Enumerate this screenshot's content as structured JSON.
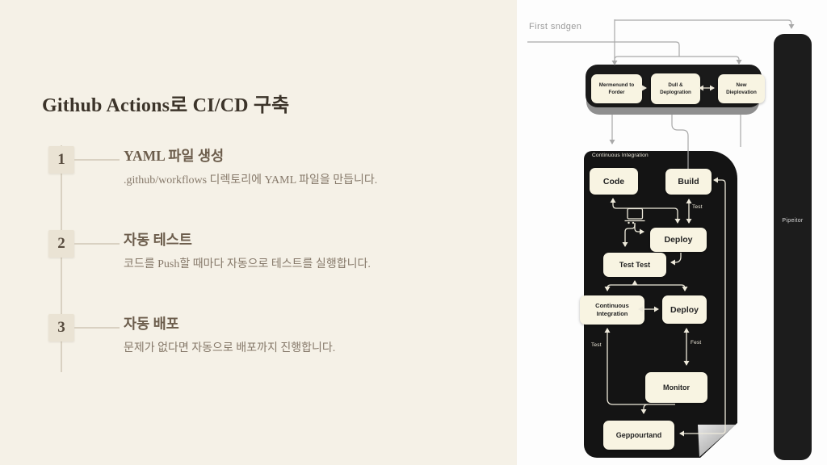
{
  "left_panel": {
    "title": "Github Actions로 CI/CD 구축",
    "steps": [
      {
        "number": "1",
        "title": "YAML 파일 생성",
        "description": ".github/workflows 디렉토리에 YAML 파일을 만듭니다."
      },
      {
        "number": "2",
        "title": "자동 테스트",
        "description": "코드를 Push할 때마다 자동으로 테스트를 실행합니다."
      },
      {
        "number": "3",
        "title": "자동 배포",
        "description": "문제가 없다면 자동으로 배포까지 진행합니다."
      }
    ]
  },
  "diagram": {
    "top_label": "First sndgen",
    "pipeline_bar_label": "Pipeitor",
    "top_group": {
      "box1": "Mermenund to Forder",
      "box2": "Dull & Deplogration",
      "box3": "New Dieplovation"
    },
    "ci": {
      "container_label": "Continuous Integration",
      "code": "Code",
      "build": "Build",
      "deploy_a": "Deploy",
      "test_test": "Test Test",
      "ci_box": "Continuous Integration",
      "deploy_b": "Deploy",
      "monitor": "Monitor",
      "geppourtand": "Geppourtand",
      "labels": {
        "test_build": "Test",
        "test_side": "Test",
        "fest": "Fest"
      }
    },
    "colors": {
      "left_background": "#f5f1e7",
      "right_background": "#fdfdfd",
      "panel_black": "#161616",
      "node_cream": "#f8f4e2",
      "title_text": "#3c342a",
      "line_gray": "#a9a9a9",
      "line_cream": "#eeeadb"
    }
  }
}
